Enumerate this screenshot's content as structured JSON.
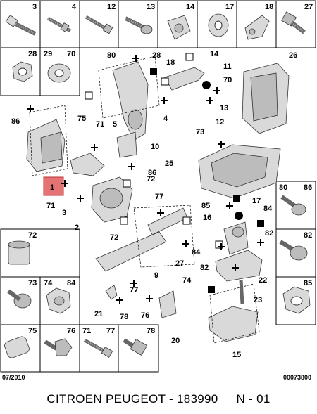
{
  "header_boxes": [
    "3",
    "4",
    "12",
    "13",
    "14",
    "17",
    "18",
    "27"
  ],
  "left_top_boxes": [
    "28",
    "29",
    "70"
  ],
  "left_bottom_boxes": [
    [
      "72"
    ],
    [
      "73",
      "74",
      "84"
    ],
    [
      "75",
      "76",
      "71",
      "77",
      "78"
    ]
  ],
  "right_boxes": [
    "80",
    "86",
    "82",
    "85"
  ],
  "callouts": {
    "c80": "80",
    "c28": "28",
    "c18": "18",
    "c14": "14",
    "c11": "11",
    "c70": "70",
    "c26": "26",
    "c86a": "86",
    "c75": "75",
    "c4": "4",
    "c13": "13",
    "c12": "12",
    "c73": "73",
    "c5": "5",
    "c10": "10",
    "c71a": "71",
    "c25": "25",
    "c72a": "72",
    "c86b": "86",
    "c1": "1",
    "c71b": "71",
    "c3": "3",
    "c77a": "77",
    "c85": "85",
    "c17": "17",
    "c84a": "84",
    "c2": "2",
    "c16": "16",
    "c82a": "82",
    "c72b": "72",
    "c84b": "84",
    "c27": "27",
    "c82b": "82",
    "c9": "9",
    "c22": "22",
    "c74": "74",
    "c77b": "77",
    "c23": "23",
    "c21": "21",
    "c78": "78",
    "c76": "76",
    "c20": "20",
    "c15": "15"
  },
  "footer": {
    "date": "07/2010",
    "ref": "00073800"
  },
  "caption": {
    "title": "CITROEN PEUGEOT - 183990",
    "page": "N - 01"
  },
  "highlight_color": "#e57373"
}
